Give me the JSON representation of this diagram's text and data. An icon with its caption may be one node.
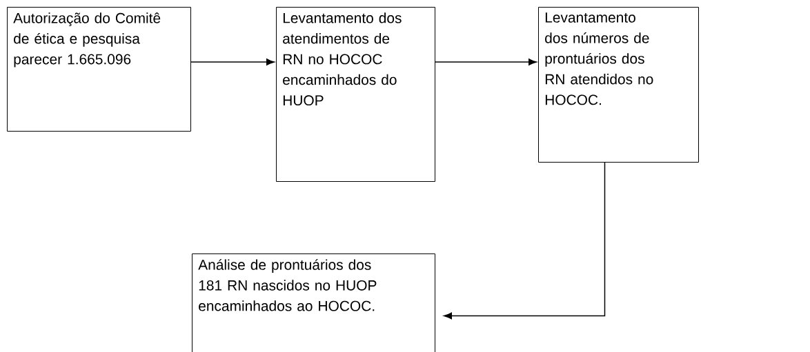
{
  "diagram": {
    "nodes": [
      {
        "text": [
          "Autorização do Comitê de ética e pesquisa parecer 1.665.096"
        ]
      },
      {
        "text": [
          "Levantamento dos atendimentos de RN no HOCOC encaminhados do HUOP"
        ]
      },
      {
        "text": [
          "Levantamento dos números de prontuários dos RN atendidos no HOCOC."
        ]
      },
      {
        "text": [
          "Análise de prontuários dos 181 RN nascidos no HUOP encaminhados ao HOCOC."
        ]
      }
    ],
    "edges": [
      {
        "from": 0,
        "to": 1,
        "arrow": "to"
      },
      {
        "from": 1,
        "to": 2,
        "arrow": "to"
      },
      {
        "from": 2,
        "to": 3,
        "arrow": "to"
      }
    ]
  }
}
